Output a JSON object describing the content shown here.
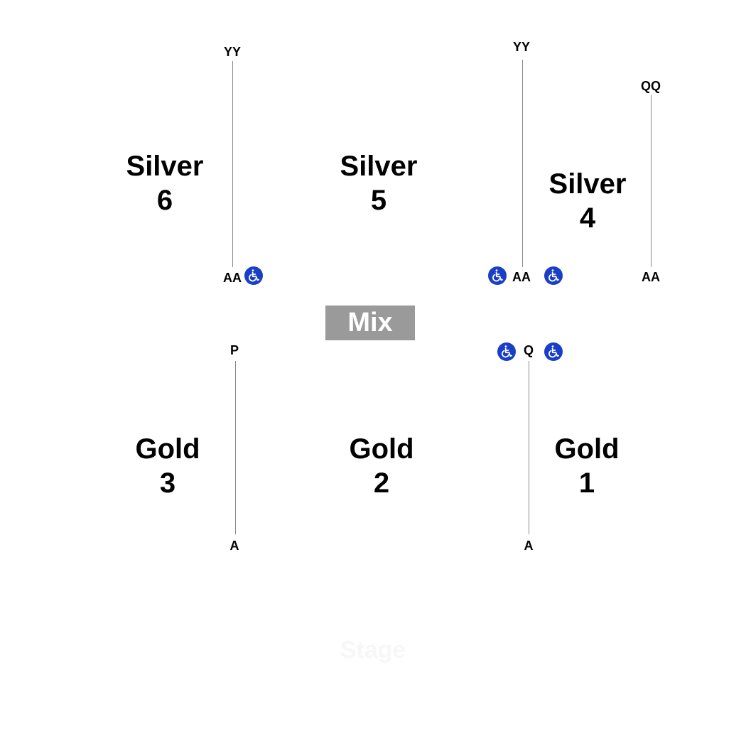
{
  "sections": {
    "silver6": {
      "name": "Silver",
      "number": "6"
    },
    "silver5": {
      "name": "Silver",
      "number": "5"
    },
    "silver4": {
      "name": "Silver",
      "number": "4"
    },
    "gold3": {
      "name": "Gold",
      "number": "3"
    },
    "gold2": {
      "name": "Gold",
      "number": "2"
    },
    "gold1": {
      "name": "Gold",
      "number": "1"
    }
  },
  "rows": {
    "silver6_top": "YY",
    "silver6_bottom": "AA",
    "silver5_top": "YY",
    "silver5_bottom": "AA",
    "silver4_top": "QQ",
    "silver4_bottom": "AA",
    "gold3_top": "P",
    "gold3_bottom": "A",
    "gold1_top": "Q",
    "gold1_bottom": "A"
  },
  "stage": {
    "label": "Mix"
  },
  "faint_label": "Stage",
  "colors": {
    "accessible_icon": "#1a3fc7",
    "mix_background": "#9a9a9a",
    "row_line": "#8a8a8a"
  },
  "icons": {
    "accessible": "wheelchair-accessible-icon"
  }
}
